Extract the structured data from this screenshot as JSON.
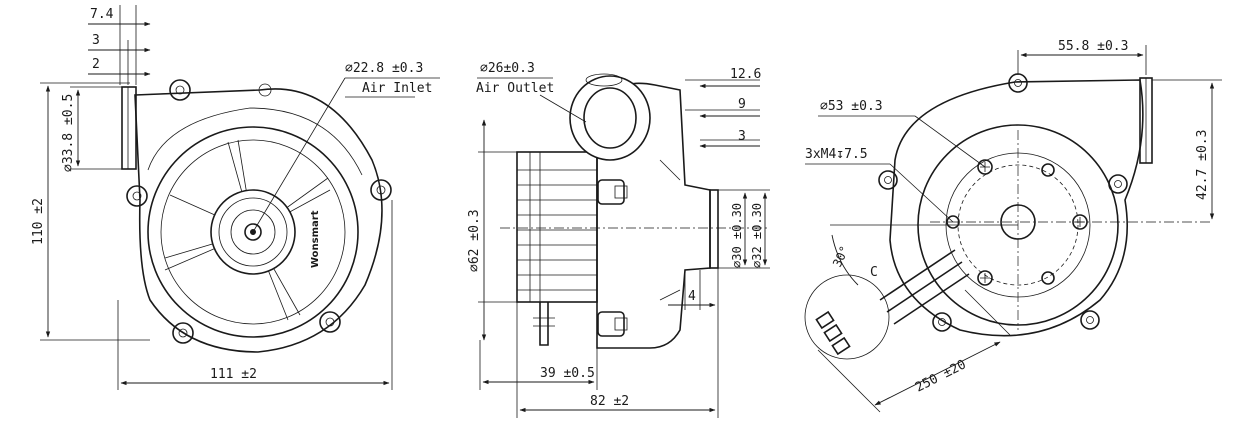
{
  "front_view": {
    "dim_7_4": "7.4",
    "dim_3": "3",
    "dim_2": "2",
    "dim_inlet_dia": "∅22.8 ±0.3",
    "label_air_inlet": "Air Inlet",
    "dim_33_8": "∅33.8 ±0.5",
    "dim_110": "110 ±2",
    "dim_111": "111 ±2",
    "brand": "Wonsmart"
  },
  "side_view": {
    "dim_outlet_dia": "∅26±0.3",
    "label_air_outlet": "Air Outlet",
    "dim_12_6": "12.6",
    "dim_9": "9",
    "dim_3": "3",
    "dim_62": "∅62 ±0.3",
    "dim_30": "∅30 ±0.30",
    "dim_32": "∅32 ±0.30",
    "dim_4": "4",
    "dim_39": "39 ±0.5",
    "dim_82": "82 ±2"
  },
  "rear_view": {
    "dim_55_8": "55.8 ±0.3",
    "dim_53": "∅53 ±0.3",
    "dim_m4": "3xM4↧7.5",
    "dim_42_7": "42.7 ±0.3",
    "dim_30deg": "30°",
    "label_c": "C",
    "dim_250": "250 ±20"
  }
}
